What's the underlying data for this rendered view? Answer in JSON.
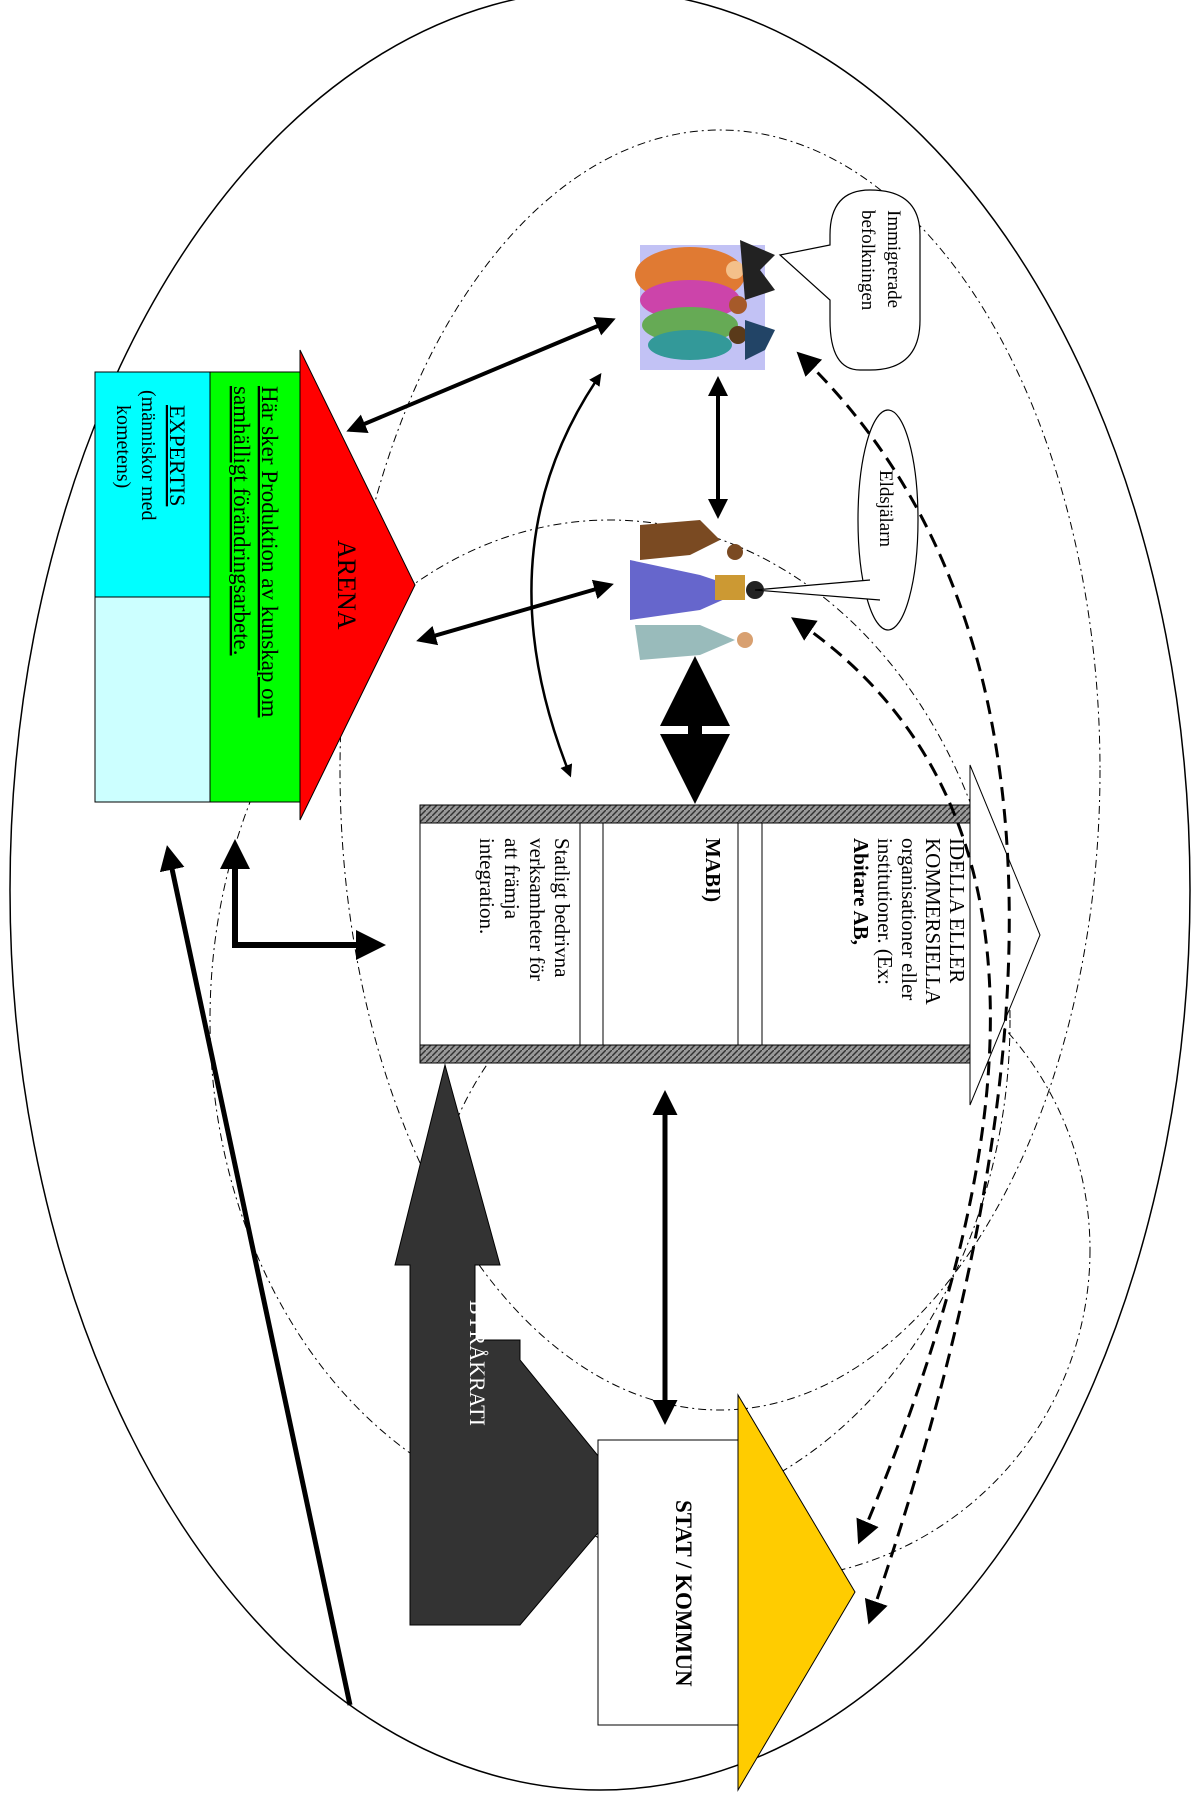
{
  "labels": {
    "arena": "ARENA",
    "arena_description_line1": "Här sker Produktion av kunskap om",
    "arena_description_line2": "samhälligt förändringsarbete.",
    "expertis": "EXPERTIS",
    "expertis_sub1": "(människor med",
    "expertis_sub2": "kometens)",
    "immigrant_bubble_line1": "Immigrerade",
    "immigrant_bubble_line2": "befolkningen",
    "eldsjalar_bubble": "Eldsjälarn",
    "org_col1_line1": "IDELLA ELLER",
    "org_col1_line2": "KOMMERSIELLA",
    "org_col1_line3": "organisationer eller",
    "org_col1_line4": "institutioner. (Ex:",
    "org_col1_line5": "Abitare AB,",
    "org_col2": "MABI)",
    "org_col3_line1": "Statligt bedrivna",
    "org_col3_line2": "verksamheter för",
    "org_col3_line3": "att främja",
    "org_col3_line4": "integration.",
    "byrakrati": "BYRÅKRATI",
    "stat_kommun": "STAT / KOMMUN"
  },
  "icons": {
    "crowd": "group-of-people-icon",
    "walkers": "walking-people-icon"
  },
  "colors": {
    "arena_red": "#ff0000",
    "arena_green": "#00ff00",
    "expertis_cyan": "#00ffff",
    "expertis_light": "#ccffff",
    "byrakrati_dark": "#333333",
    "stat_yellow": "#ffcc00"
  }
}
